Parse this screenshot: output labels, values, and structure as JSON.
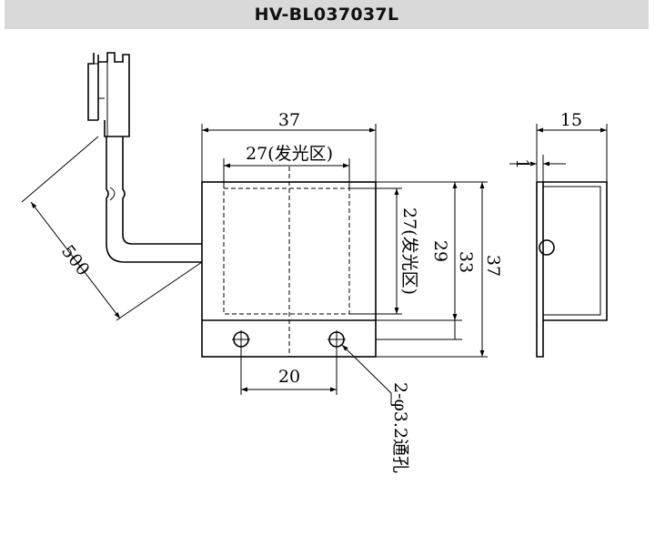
{
  "title": "HV-BL037037L",
  "dimensions": {
    "overall_width": "37",
    "emitting_width": "27(发光区)",
    "emitting_height": "27(发光区)",
    "height_29": "29",
    "height_33": "33",
    "height_37": "37",
    "hole_spacing": "20",
    "cable_length": "500",
    "side_depth": "15",
    "side_thickness": "1",
    "hole_note": "2-φ3.2通孔"
  }
}
